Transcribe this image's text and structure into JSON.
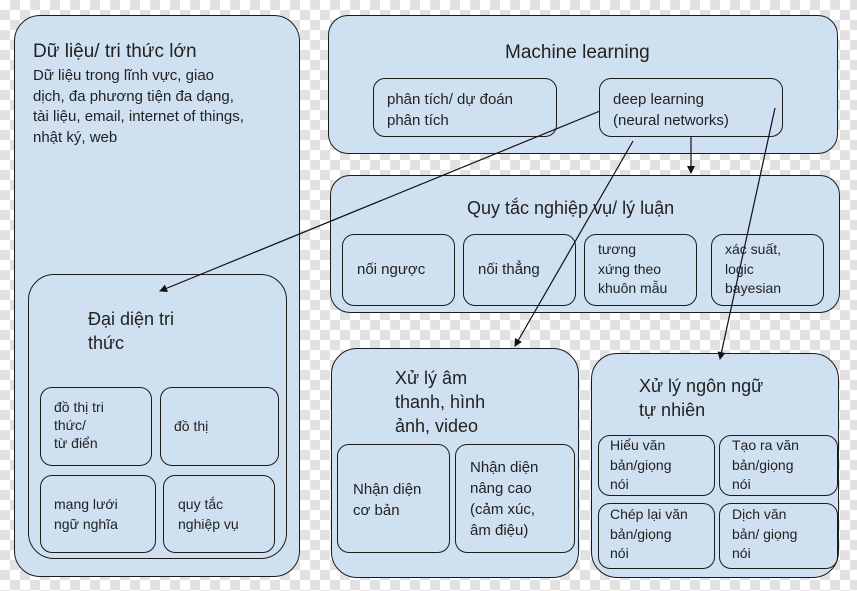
{
  "big_data": {
    "title": "Dữ liệu/ tri thức lớn",
    "description": "Dữ liệu trong lĩnh vực, giao\ndịch, đa phương tiện đa dạng,\ntài liệu, email, internet of things,\nnhật ký, web"
  },
  "knowledge_rep": {
    "title": "Đại diện tri\nthức",
    "items": [
      "đồ thị tri\nthức/\ntừ điển",
      "đồ thị",
      "mạng lưới\nngữ nghĩa",
      "quy tắc\nnghiệp vụ"
    ]
  },
  "machine_learning": {
    "title": "Machine learning",
    "items": [
      "phân tích/ dự đoán\nphân tích",
      "deep learning\n(neural networks)"
    ]
  },
  "business_rules": {
    "title": "Quy tắc nghiệp vụ/ lý luận",
    "items": [
      "nối ngược",
      "nối thẳng",
      "tương\nxứng theo\nkhuôn mẫu",
      "xác suất,\nlogic\nbayesian"
    ]
  },
  "media_processing": {
    "title": "Xử lý âm\nthanh, hình\nảnh, video",
    "items": [
      "Nhận diện\ncơ bản",
      "Nhận diện\nnâng cao\n(cảm xúc,\nâm điệu)"
    ]
  },
  "nlp": {
    "title": "Xử lý ngôn ngữ\ntự nhiên",
    "items": [
      "Hiểu văn\nbản/giọng\nnói",
      "Tạo ra văn\nbản/giọng\nnói",
      "Chép lại văn\nbản/giọng\nnói",
      "Dịch văn\nbản/ giọng\nnói"
    ]
  },
  "colors": {
    "box_fill": "#cfe0f1",
    "border": "#1c1c1c"
  }
}
